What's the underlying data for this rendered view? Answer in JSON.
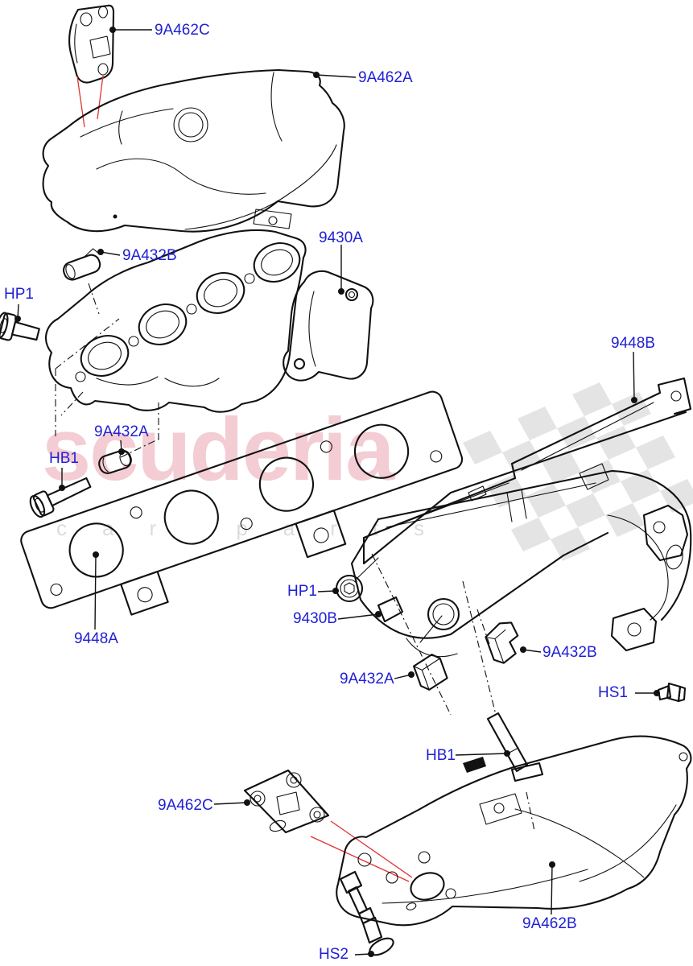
{
  "watermark": {
    "brand": "scuderia",
    "subtitle": "car parts"
  },
  "colors": {
    "background": "#ffffff",
    "artwork_line": "#111111",
    "callout_text": "#1f1fd4",
    "red_marker": "#e23333",
    "wm_brand": "#f3ccd4",
    "wm_sub": "#dcdcdc",
    "wm_flag": "#e4e4e4"
  },
  "diagram": {
    "callouts": [
      {
        "id": "upper-bracket-shield",
        "text": "9A462C"
      },
      {
        "id": "upper-heat-shield",
        "text": "9A462A"
      },
      {
        "id": "stud-upper-left",
        "text": "9A432B"
      },
      {
        "id": "bolt-hp1-left",
        "text": "HP1"
      },
      {
        "id": "manifold-left",
        "text": "9430A"
      },
      {
        "id": "stud-mid-left",
        "text": "9A432A"
      },
      {
        "id": "bolt-hb1-left",
        "text": "HB1"
      },
      {
        "id": "gasket-left",
        "text": "9448A"
      },
      {
        "id": "gasket-right",
        "text": "9448B"
      },
      {
        "id": "bolt-hp1-right",
        "text": "HP1"
      },
      {
        "id": "manifold-right",
        "text": "9430B"
      },
      {
        "id": "stud-right-lower",
        "text": "9A432A"
      },
      {
        "id": "stud-right-upper",
        "text": "9A432B"
      },
      {
        "id": "screw-hs1",
        "text": "HS1"
      },
      {
        "id": "bolt-hb1-right",
        "text": "HB1"
      },
      {
        "id": "lower-bracket-shield",
        "text": "9A462C"
      },
      {
        "id": "lower-heat-shield",
        "text": "9A462B"
      },
      {
        "id": "screw-hs2",
        "text": "HS2"
      }
    ]
  }
}
